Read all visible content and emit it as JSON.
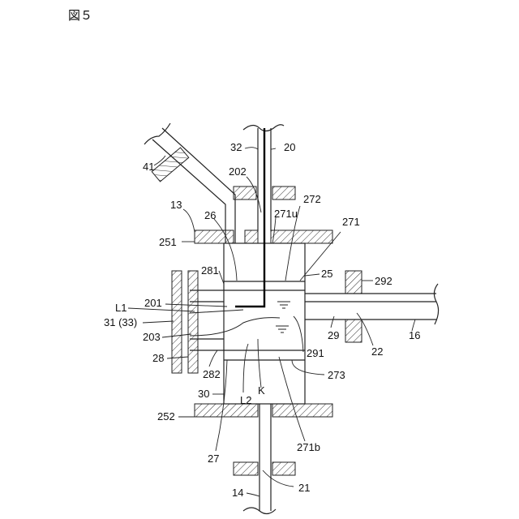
{
  "figure_title": "図５",
  "labels": {
    "l41": "41",
    "l32": "32",
    "l20": "20",
    "l202": "202",
    "l13": "13",
    "l26": "26",
    "l272": "272",
    "l271u": "271u",
    "l271": "271",
    "l251": "251",
    "l281": "281",
    "l25": "25",
    "l292": "292",
    "l201": "201",
    "lL1": "L1",
    "l31": "31 (33)",
    "l203": "203",
    "l29": "29",
    "l16": "16",
    "l22": "22",
    "l291": "291",
    "l28": "28",
    "l282": "282",
    "lK": "K",
    "l273": "273",
    "l30": "30",
    "lL2": "L2",
    "l252": "252",
    "l27": "27",
    "l271b": "271b",
    "l21": "21",
    "l14": "14"
  }
}
